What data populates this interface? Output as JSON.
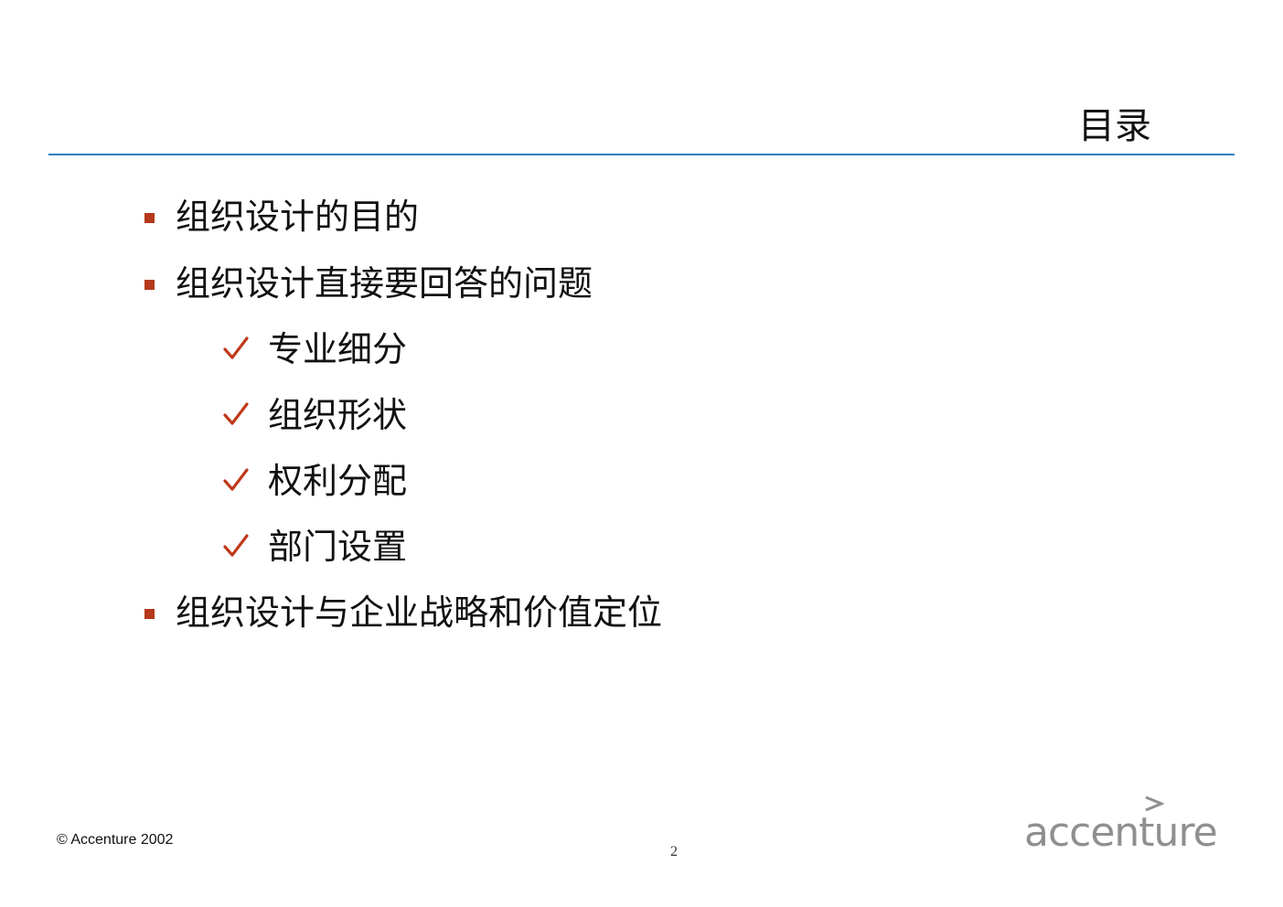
{
  "header": {
    "title": "目录"
  },
  "toc": {
    "items": [
      {
        "label": "组织设计的目的"
      },
      {
        "label": "组织设计直接要回答的问题"
      },
      {
        "label": "组织设计与企业战略和价值定位"
      }
    ],
    "subitems": [
      {
        "label": "专业细分"
      },
      {
        "label": "组织形状"
      },
      {
        "label": "权利分配"
      },
      {
        "label": "部门设置"
      }
    ]
  },
  "footer": {
    "copyright": "© Accenture 2002",
    "page_number": "2",
    "logo_text": "accenture"
  },
  "colors": {
    "accent_line": "#2e7fbf",
    "bullet": "#b5391a",
    "check": "#c0391b",
    "logo": "#8f8f8f"
  }
}
